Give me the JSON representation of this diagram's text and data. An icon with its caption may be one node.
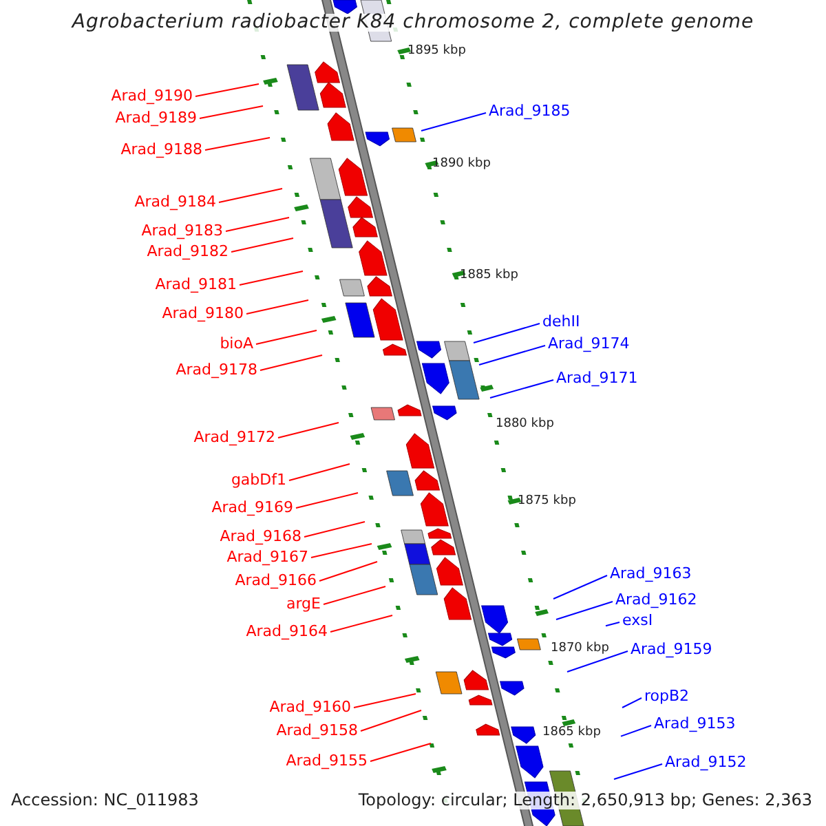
{
  "diagram": {
    "title": "Agrobacterium radiobacter K84 chromosome 2, complete genome",
    "nodes": [
      {
        "text": [
          "Arad_9190"
        ]
      },
      {
        "text": [
          "Arad_9189"
        ]
      },
      {
        "text": [
          "Arad_9185"
        ]
      },
      {
        "text": [
          "Arad_9188"
        ]
      },
      {
        "text": [
          "Arad_9184"
        ]
      },
      {
        "text": [
          "Arad_9183"
        ]
      },
      {
        "text": [
          "Arad_9182"
        ]
      },
      {
        "text": [
          "Arad_9181"
        ]
      },
      {
        "text": [
          "Arad_9180"
        ]
      },
      {
        "text": [
          "dehII"
        ]
      },
      {
        "text": [
          "bioA"
        ]
      },
      {
        "text": [
          "Arad_9174"
        ]
      },
      {
        "text": [
          "Arad_9178"
        ]
      },
      {
        "text": [
          "Arad_9171"
        ]
      },
      {
        "text": [
          "Arad_9172"
        ]
      },
      {
        "text": [
          "gabDf1"
        ]
      },
      {
        "text": [
          "Arad_9169"
        ]
      },
      {
        "text": [
          "Arad_9168"
        ]
      },
      {
        "text": [
          "Arad_9167"
        ]
      },
      {
        "text": [
          "Arad_9163"
        ]
      },
      {
        "text": [
          "Arad_9166"
        ]
      },
      {
        "text": [
          "Arad_9162"
        ]
      },
      {
        "text": [
          "argE"
        ]
      },
      {
        "text": [
          "exsI"
        ]
      },
      {
        "text": [
          "Arad_9164"
        ]
      },
      {
        "text": [
          "Arad_9159"
        ]
      },
      {
        "text": [
          "ropB2"
        ]
      },
      {
        "text": [
          "Arad_9160"
        ]
      },
      {
        "text": [
          "Arad_9153"
        ]
      },
      {
        "text": [
          "Arad_9158"
        ]
      },
      {
        "text": [
          "Arad_9155"
        ]
      },
      {
        "text": [
          "Arad_9152"
        ]
      }
    ],
    "edges": [
      {
        "from": 0,
        "to": null,
        "arrow": "none"
      },
      {
        "from": 1,
        "to": null,
        "arrow": "none"
      },
      {
        "from": 2,
        "to": null,
        "arrow": "none",
        "color": "#0000ff"
      },
      {
        "from": 3,
        "to": null,
        "arrow": "none"
      },
      {
        "from": 4,
        "to": null,
        "arrow": "none"
      },
      {
        "from": 5,
        "to": null,
        "arrow": "none"
      },
      {
        "from": 6,
        "to": null,
        "arrow": "none"
      },
      {
        "from": 7,
        "to": null,
        "arrow": "none"
      },
      {
        "from": 8,
        "to": null,
        "arrow": "none"
      },
      {
        "from": 9,
        "to": null,
        "arrow": "none",
        "color": "#0000ff"
      },
      {
        "from": 10,
        "to": null,
        "arrow": "none"
      },
      {
        "from": 11,
        "to": null,
        "arrow": "none",
        "color": "#0000ff"
      },
      {
        "from": 12,
        "to": null,
        "arrow": "none"
      },
      {
        "from": 13,
        "to": null,
        "arrow": "none",
        "color": "#0000ff"
      },
      {
        "from": 14,
        "to": null,
        "arrow": "none"
      },
      {
        "from": 15,
        "to": null,
        "arrow": "none"
      },
      {
        "from": 16,
        "to": null,
        "arrow": "none"
      },
      {
        "from": 17,
        "to": null,
        "arrow": "none"
      },
      {
        "from": 18,
        "to": null,
        "arrow": "none"
      },
      {
        "from": 19,
        "to": null,
        "arrow": "none",
        "color": "#0000ff"
      },
      {
        "from": 20,
        "to": null,
        "arrow": "none"
      },
      {
        "from": 21,
        "to": null,
        "arrow": "none",
        "color": "#0000ff"
      },
      {
        "from": 22,
        "to": null,
        "arrow": "none"
      },
      {
        "from": 23,
        "to": null,
        "arrow": "none",
        "color": "#0000ff"
      },
      {
        "from": 24,
        "to": null,
        "arrow": "none"
      },
      {
        "from": 25,
        "to": null,
        "arrow": "none",
        "color": "#0000ff"
      },
      {
        "from": 26,
        "to": null,
        "arrow": "none",
        "color": "#0000ff"
      },
      {
        "from": 27,
        "to": null,
        "arrow": "none"
      },
      {
        "from": 28,
        "to": null,
        "arrow": "none",
        "color": "#0000ff"
      },
      {
        "from": 29,
        "to": null,
        "arrow": "none"
      },
      {
        "from": 30,
        "to": null,
        "arrow": "none"
      },
      {
        "from": 31,
        "to": null,
        "arrow": "none",
        "color": "#0000ff"
      }
    ],
    "labels": [
      "1895 kbp",
      "1890 kbp",
      "1885 kbp",
      "1880 kbp",
      "1875 kbp",
      "1870 kbp",
      "1865 kbp",
      "Accession: NC_011983",
      "Topology: circular; Length: 2,650,913 bp; Genes: 2,363"
    ]
  }
}
